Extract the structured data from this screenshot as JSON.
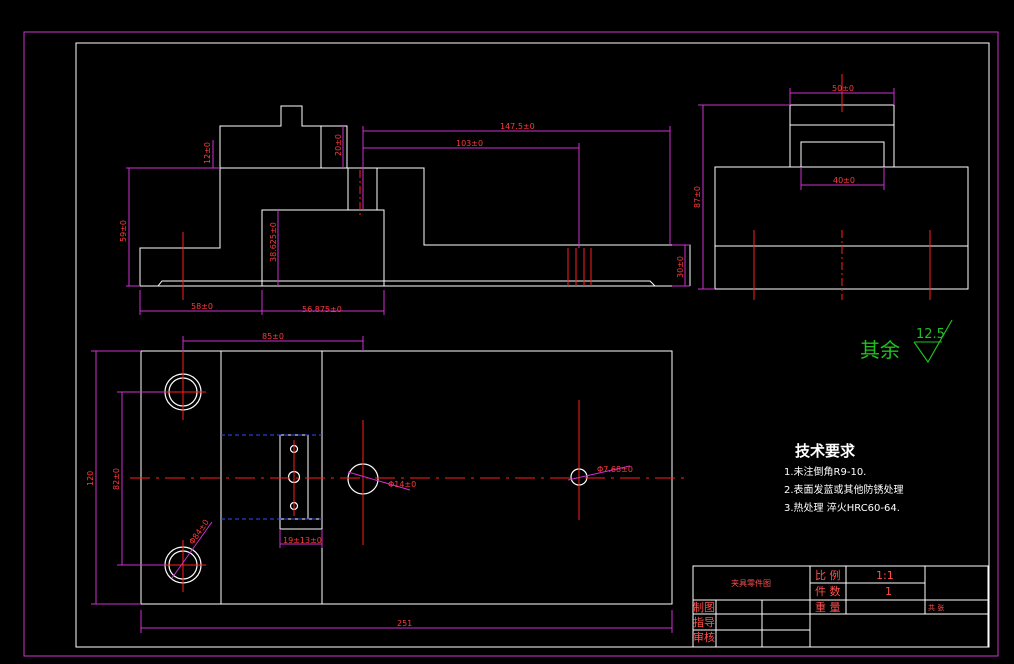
{
  "drawing": {
    "colors": {
      "background": "#000000",
      "outline": "#ffffff",
      "dimension": "#d030d0",
      "center": "#ff2020",
      "hidden": "#3050ff",
      "title": "#ffffff",
      "finish": "#20c020",
      "titleblock": "#ff5050"
    },
    "dimensions": {
      "d_147_5": "147.5±0",
      "d_103": "103±0",
      "d_20_top": "20±0",
      "d_12": "12±0",
      "d_59": "59±0",
      "d_38_625": "38.625±0",
      "d_58": "58±0",
      "d_56_875": "56.875±0",
      "d_30": "30±0",
      "d_50": "50±0",
      "d_40": "40±0",
      "d_87": "87±0",
      "d_85": "85±0",
      "d_120": "120",
      "d_82": "82±0",
      "d_19": "19±13±0",
      "d_251": "251",
      "d_phi14": "Φ14±0",
      "d_phi7_68": "Φ7.68±0",
      "d_phi84": "Φ84±0"
    },
    "surface_finish": {
      "label": "其余",
      "value": "12.5"
    },
    "tech_requirements": {
      "title": "技术要求",
      "items": [
        "1.未注倒角R9-10.",
        "2.表面发蓝或其他防锈处理",
        "3.热处理  淬火HRC60-64."
      ]
    },
    "title_block": {
      "part_name": "夹具零件图",
      "scale_label": "比 例",
      "scale_value": "1:1",
      "count_label": "件 数",
      "count_value": "1",
      "weight_label": "重 量",
      "sheet_label": "共 张",
      "drawn_label": "制图",
      "guide_label": "指导",
      "review_label": "审核"
    }
  }
}
